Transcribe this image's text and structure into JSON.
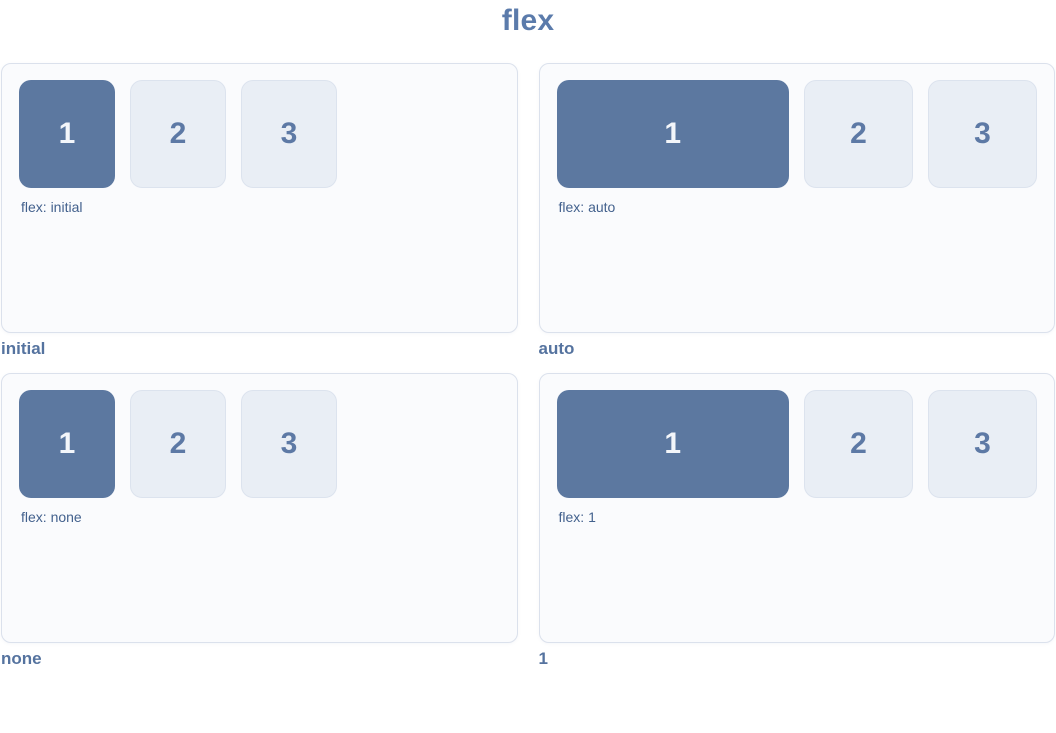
{
  "page": {
    "title": "flex"
  },
  "colors": {
    "title_color": "#5b7bab",
    "caption_color": "#55739f",
    "label_color": "#43618d",
    "panel_bg": "#fafbfd",
    "panel_border": "#dbe1ec",
    "highlight_box_bg": "#5c78a0",
    "highlight_box_text": "#f3f6fa",
    "muted_box_bg": "#e9eef5",
    "muted_box_border": "#dce3ee",
    "muted_box_text": "#5d79a5"
  },
  "panels": [
    {
      "caption": "initial",
      "label": "flex: initial",
      "first_box_wide": false,
      "boxes": [
        "1",
        "2",
        "3"
      ]
    },
    {
      "caption": "auto",
      "label": "flex: auto",
      "first_box_wide": true,
      "boxes": [
        "1",
        "2",
        "3"
      ]
    },
    {
      "caption": "none",
      "label": "flex: none",
      "first_box_wide": false,
      "boxes": [
        "1",
        "2",
        "3"
      ]
    },
    {
      "caption": "1",
      "label": "flex: 1",
      "first_box_wide": true,
      "boxes": [
        "1",
        "2",
        "3"
      ]
    }
  ]
}
